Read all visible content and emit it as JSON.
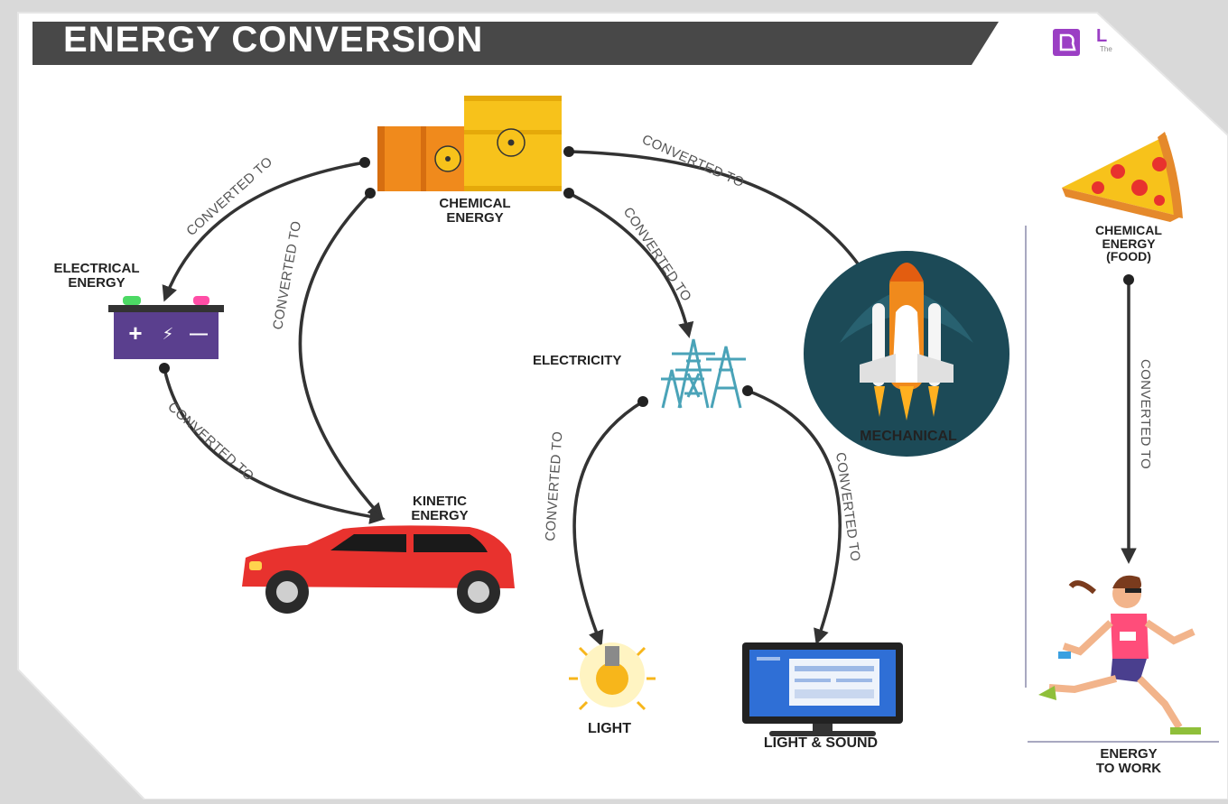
{
  "title": "ENERGY CONVERSION",
  "logo": {
    "text": "L",
    "sub": "The"
  },
  "connector_label": "CONVERTED TO",
  "nodes": {
    "chemical": "CHEMICAL\nENERGY",
    "electrical": "ELECTRICAL\nENERGY",
    "kinetic": "KINETIC\nENERGY",
    "electricity": "ELECTRICITY",
    "mechanical": "MECHANICAL",
    "light": "LIGHT",
    "light_sound": "LIGHT & SOUND",
    "food": "CHEMICAL\nENERGY\n(FOOD)",
    "work": "ENERGY\nTO WORK"
  },
  "battery_symbols": {
    "plus": "+",
    "bolt": "⚡",
    "minus": "—"
  },
  "colors": {
    "title_bar": "#484848",
    "arrow": "#333333",
    "logo": "#9b3fc4",
    "car": "#e8322e",
    "barrel_yellow": "#f7c21b",
    "barrel_orange": "#f08a1c",
    "rocket_bg": "#1c4a57",
    "battery": "#5a3f8e"
  }
}
